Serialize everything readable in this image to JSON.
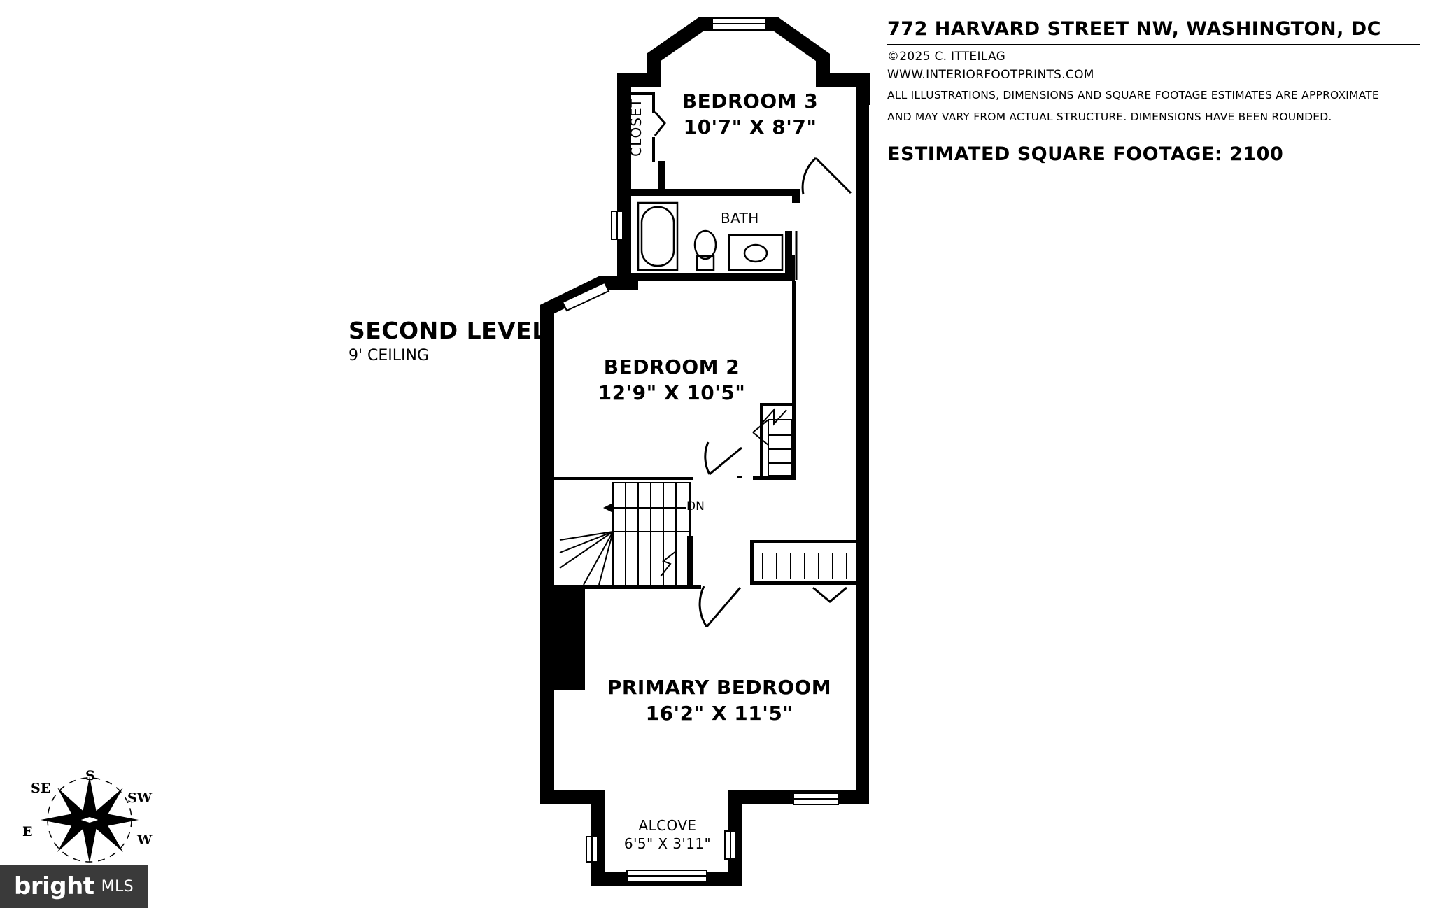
{
  "header": {
    "address": "772 HARVARD STREET NW, WASHINGTON, DC",
    "copyright": "©2025 C. ITTEILAG",
    "website": "WWW.INTERIORFOOTPRINTS.COM",
    "disclaimer_line1": "ALL ILLUSTRATIONS, DIMENSIONS AND SQUARE FOOTAGE ESTIMATES ARE APPROXIMATE",
    "disclaimer_line2": "AND MAY VARY FROM ACTUAL STRUCTURE. DIMENSIONS HAVE BEEN ROUNDED.",
    "square_footage": "ESTIMATED SQUARE FOOTAGE: 2100"
  },
  "level": {
    "title": "SECOND LEVEL",
    "ceiling": "9' CEILING"
  },
  "rooms": {
    "bedroom3": {
      "name": "BEDROOM 3",
      "dims": "10'7\" X 8'7\""
    },
    "closet": {
      "name": "CLOSET"
    },
    "bath": {
      "name": "BATH"
    },
    "bedroom2": {
      "name": "BEDROOM 2",
      "dims": "12'9\" X 10'5\""
    },
    "primary": {
      "name": "PRIMARY BEDROOM",
      "dims": "16'2\" X 11'5\""
    },
    "alcove": {
      "name": "ALCOVE",
      "dims": "6'5\" X 3'11\""
    }
  },
  "stairs": {
    "label": "DN"
  },
  "compass": {
    "S": "S",
    "SE": "SE",
    "SW": "SW",
    "E": "E",
    "W": "W"
  },
  "logo": {
    "brand": "bright",
    "suffix": "MLS"
  },
  "colors": {
    "wall": "#000000",
    "background": "#ffffff",
    "logo_bg": "#3a3a3a"
  }
}
